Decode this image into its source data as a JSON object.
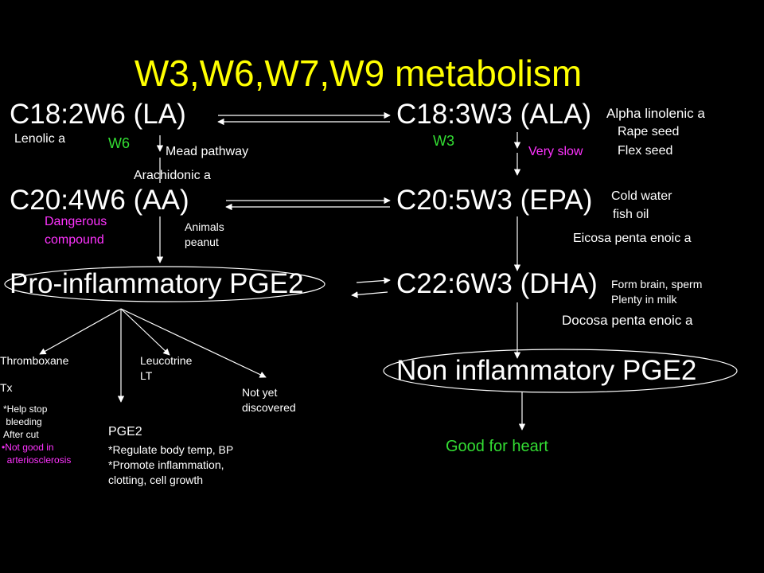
{
  "title": "W3,W6,W7,W9 metabolism",
  "nodes": {
    "la": "C18:2W6 (LA)",
    "ala": "C18:3W3 (ALA)",
    "aa": "C20:4W6 (AA)",
    "epa": "C20:5W3 (EPA)",
    "pge2_pro": "Pro-inflammatory PGE2",
    "dha": "C22:6W3 (DHA)",
    "pge2_non": "Non inflammatory PGE2"
  },
  "labels": {
    "lenolic": "Lenolic a",
    "w6": "W6",
    "w3": "W3",
    "mead": "Mead pathway",
    "arachidonic": "Arachidonic a",
    "very_slow": "Very slow",
    "alpha_linolenic": "Alpha linolenic a",
    "rape_seed": "Rape seed",
    "flex_seed": "Flex seed",
    "dangerous_1": "Dangerous",
    "dangerous_2": "compound",
    "animals": "Animals",
    "peanut": "peanut",
    "cold_water": "Cold water",
    "fish_oil": "fish oil",
    "eicosa": "Eicosa penta enoic a",
    "form_brain": "Form brain, sperm",
    "plenty_milk": "Plenty in milk",
    "docosa": "Docosa penta enoic a",
    "thromboxane": "Thromboxane",
    "tx": "Tx",
    "help_stop_1": "*Help stop",
    "help_stop_2": " bleeding",
    "after_cut": "After cut",
    "not_good_1": "•Not good in",
    "not_good_2": "  arteriosclerosis",
    "leucotrine": "Leucotrine",
    "lt": "LT",
    "not_yet_1": "Not yet",
    "not_yet_2": "discovered",
    "pge2": "PGE2",
    "regulate": "*Regulate body temp, BP",
    "promote": "*Promote inflammation,",
    "clotting": "clotting, cell growth",
    "good_heart": "Good for heart"
  },
  "colors": {
    "background": "#000000",
    "title": "#ffff00",
    "text": "#ffffff",
    "green": "#33dd33",
    "magenta": "#ff33ff"
  }
}
